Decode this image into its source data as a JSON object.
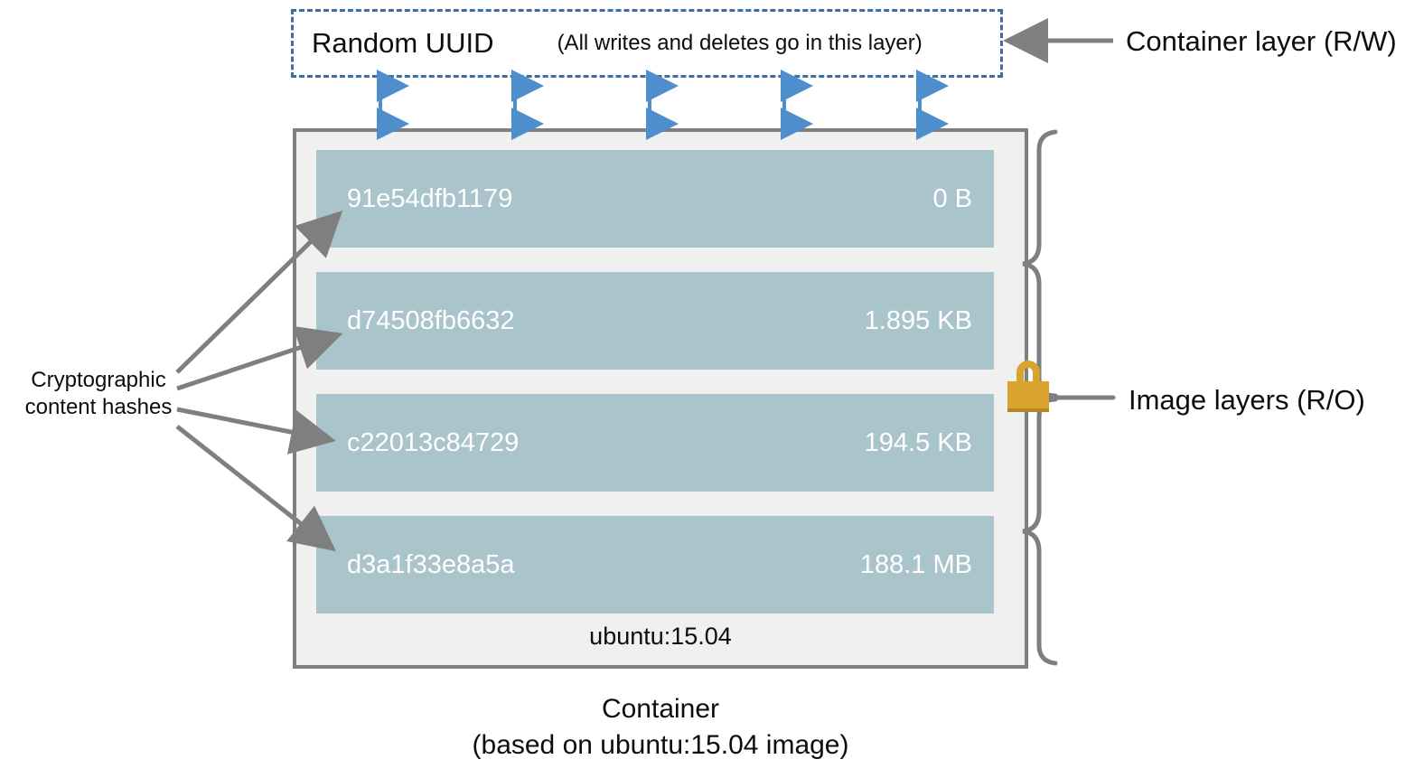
{
  "diagram": {
    "container_layer": {
      "uuid_label": "Random UUID",
      "note": "(All writes and deletes go in this layer)",
      "side_label": "Container layer (R/W)",
      "border_color": "#3E6E9E",
      "style": "dashed"
    },
    "image_box": {
      "side_label": "Image layers (R/O)",
      "image_tag": "ubuntu:15.04",
      "border_color": "#7F7F7F",
      "fill_color": "#F0F0F0",
      "layer_color": "#AAC4CB",
      "layers": [
        {
          "hash": "91e54dfb1179",
          "size": "0 B"
        },
        {
          "hash": "d74508fb6632",
          "size": "1.895 KB"
        },
        {
          "hash": "c22013c84729",
          "size": "194.5 KB"
        },
        {
          "hash": "d3a1f33e8a5a",
          "size": "188.1 MB"
        }
      ]
    },
    "hash_annotation": {
      "line1": "Cryptographic",
      "line2": "content hashes"
    },
    "lock": {
      "icon": "lock-icon",
      "color": "#D9A330"
    },
    "caption": {
      "line1": "Container",
      "line2": "(based on ubuntu:15.04 image)"
    },
    "arrows": {
      "sync_arrow_color": "#4E8ECC",
      "pointer_color": "#7F7F7F",
      "sync_arrow_count": 5
    }
  }
}
